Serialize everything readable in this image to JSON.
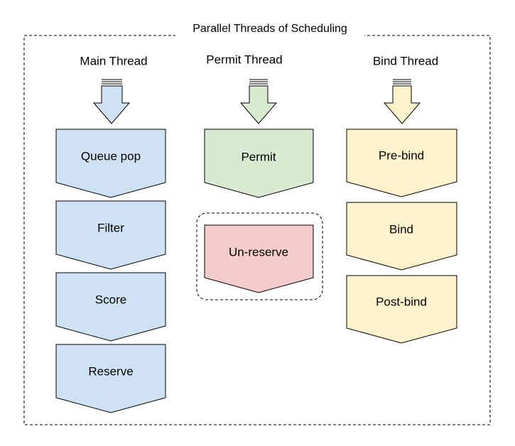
{
  "title": "Parallel Threads of Scheduling",
  "columns": [
    {
      "header": "Main Thread",
      "color": {
        "fill": "#cfe2f3",
        "stroke": "#000000"
      },
      "steps": [
        "Queue pop",
        "Filter",
        "Score",
        "Reserve"
      ]
    },
    {
      "header": "Permit Thread",
      "color": {
        "fill": "#d9ead3",
        "stroke": "#000000"
      },
      "steps": [
        "Permit"
      ],
      "group": {
        "style": "dashed",
        "steps": [
          "Un-reserve"
        ],
        "color": {
          "fill": "#f4cccc"
        }
      }
    },
    {
      "header": "Bind Thread",
      "color": {
        "fill": "#fff2cc",
        "stroke": "#000000"
      },
      "steps": [
        "Pre-bind",
        "Bind",
        "Post-bind"
      ]
    }
  ]
}
